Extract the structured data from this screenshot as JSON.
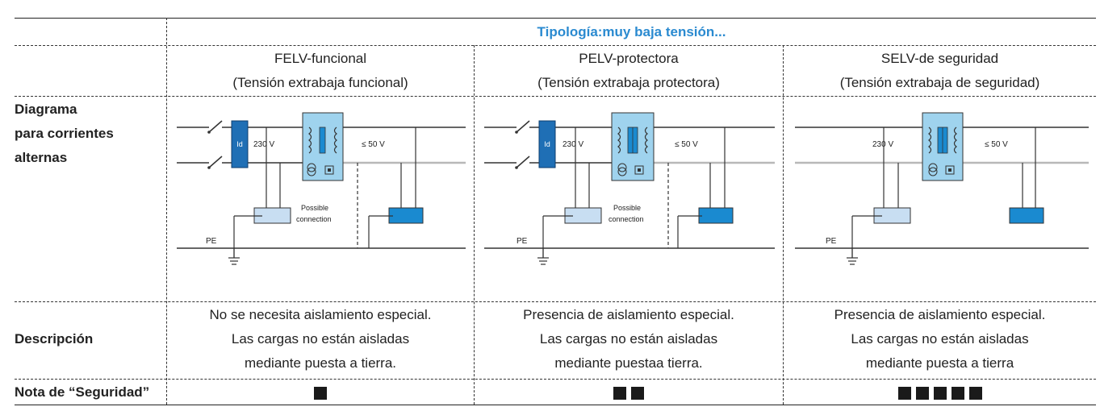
{
  "header": {
    "title": "Tipología:muy baja tensión..."
  },
  "columns": [
    {
      "name": "FELV-funcional",
      "subtitle": "(Tensión extrabaja funcional)",
      "description": [
        "No se necesita aislamiento especial.",
        "Las cargas no están aisladas",
        "mediante puesta a tierra."
      ],
      "safety_squares": 1
    },
    {
      "name": "PELV-protectora",
      "subtitle": "(Tensión extrabaja protectora)",
      "description": [
        "Presencia de aislamiento especial.",
        "Las cargas no están aisladas",
        "mediante puestaa tierra."
      ],
      "safety_squares": 2
    },
    {
      "name": "SELV-de seguridad",
      "subtitle": "(Tensión extrabaja de seguridad)",
      "description": [
        "Presencia de aislamiento especial.",
        "Las cargas no están aisladas",
        "mediante puesta a tierra"
      ],
      "safety_squares": 5
    }
  ],
  "rows": {
    "diagram_label": [
      "Diagrama",
      "para corrientes",
      "alternas"
    ],
    "description_label": "Descripción",
    "safety_label": "Nota de “Seguridad”"
  },
  "diagram_labels": {
    "id": "Id",
    "v230": "230 V",
    "v50": "≤ 50 V",
    "possible": "Possible",
    "connection": "connection",
    "pe": "PE"
  },
  "colors": {
    "accent": "#2a8ad0",
    "transformer_fill": "#9fd3ee",
    "id_device": "#1f6fb5",
    "load": "#1a8ad0",
    "pe_box": "#c8def2"
  }
}
